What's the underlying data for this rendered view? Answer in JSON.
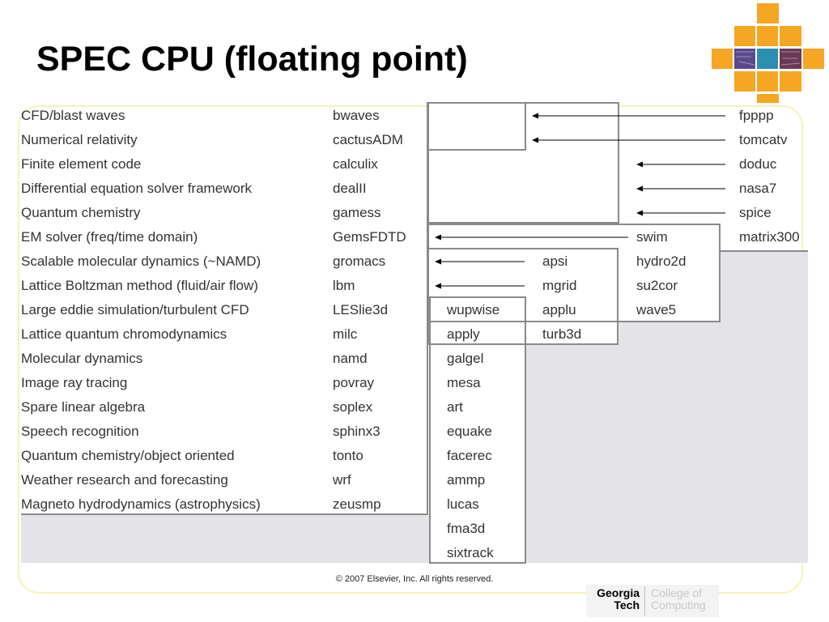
{
  "slide": {
    "title": "SPEC CPU (floating point)",
    "copyright": "© 2007 Elsevier, Inc. All rights reserved.",
    "institution": {
      "name": "Georgia\nTech",
      "college": "College of\nComputing"
    },
    "colors": {
      "logo_orange": "#f5a623",
      "frame": "#f6f3b6",
      "shaded": "#e4e4e8",
      "box_border": "#8a8a8a"
    }
  },
  "benchmarks": [
    {
      "description": "CFD/blast waves",
      "name": "bwaves"
    },
    {
      "description": "Numerical relativity",
      "name": "cactusADM"
    },
    {
      "description": "Finite element code",
      "name": "calculix"
    },
    {
      "description": "Differential equation solver framework",
      "name": "dealII"
    },
    {
      "description": "Quantum chemistry",
      "name": "gamess"
    },
    {
      "description": "EM solver (freq/time domain)",
      "name": "GemsFDTD"
    },
    {
      "description": "Scalable molecular dynamics (~NAMD)",
      "name": "gromacs"
    },
    {
      "description": "Lattice Boltzman method (fluid/air flow)",
      "name": "lbm"
    },
    {
      "description": "Large eddie simulation/turbulent CFD",
      "name": "LESlie3d"
    },
    {
      "description": "Lattice quantum chromodynamics",
      "name": "milc"
    },
    {
      "description": "Molecular dynamics",
      "name": "namd"
    },
    {
      "description": "Image ray tracing",
      "name": "povray"
    },
    {
      "description": "Spare linear algebra",
      "name": "soplex"
    },
    {
      "description": "Speech recognition",
      "name": "sphinx3"
    },
    {
      "description": "Quantum chemistry/object oriented",
      "name": "tonto"
    },
    {
      "description": "Weather research and forecasting",
      "name": "wrf"
    },
    {
      "description": "Magneto hydrodynamics (astrophysics)",
      "name": "zeusmp"
    }
  ],
  "older_suites": {
    "col_a": [
      "wupwise",
      "apply",
      "galgel",
      "mesa",
      "art",
      "equake",
      "facerec",
      "ammp",
      "lucas",
      "fma3d",
      "sixtrack"
    ],
    "col_b": [
      "apsi",
      "mgrid",
      "applu",
      "turb3d"
    ],
    "col_c": [
      "swim",
      "hydro2d",
      "su2cor",
      "wave5"
    ],
    "col_d": [
      "doduc",
      "nasa7",
      "spice"
    ],
    "col_e": [
      "tomcatv"
    ],
    "col_f": [
      "fpppp",
      "matrix300"
    ]
  }
}
